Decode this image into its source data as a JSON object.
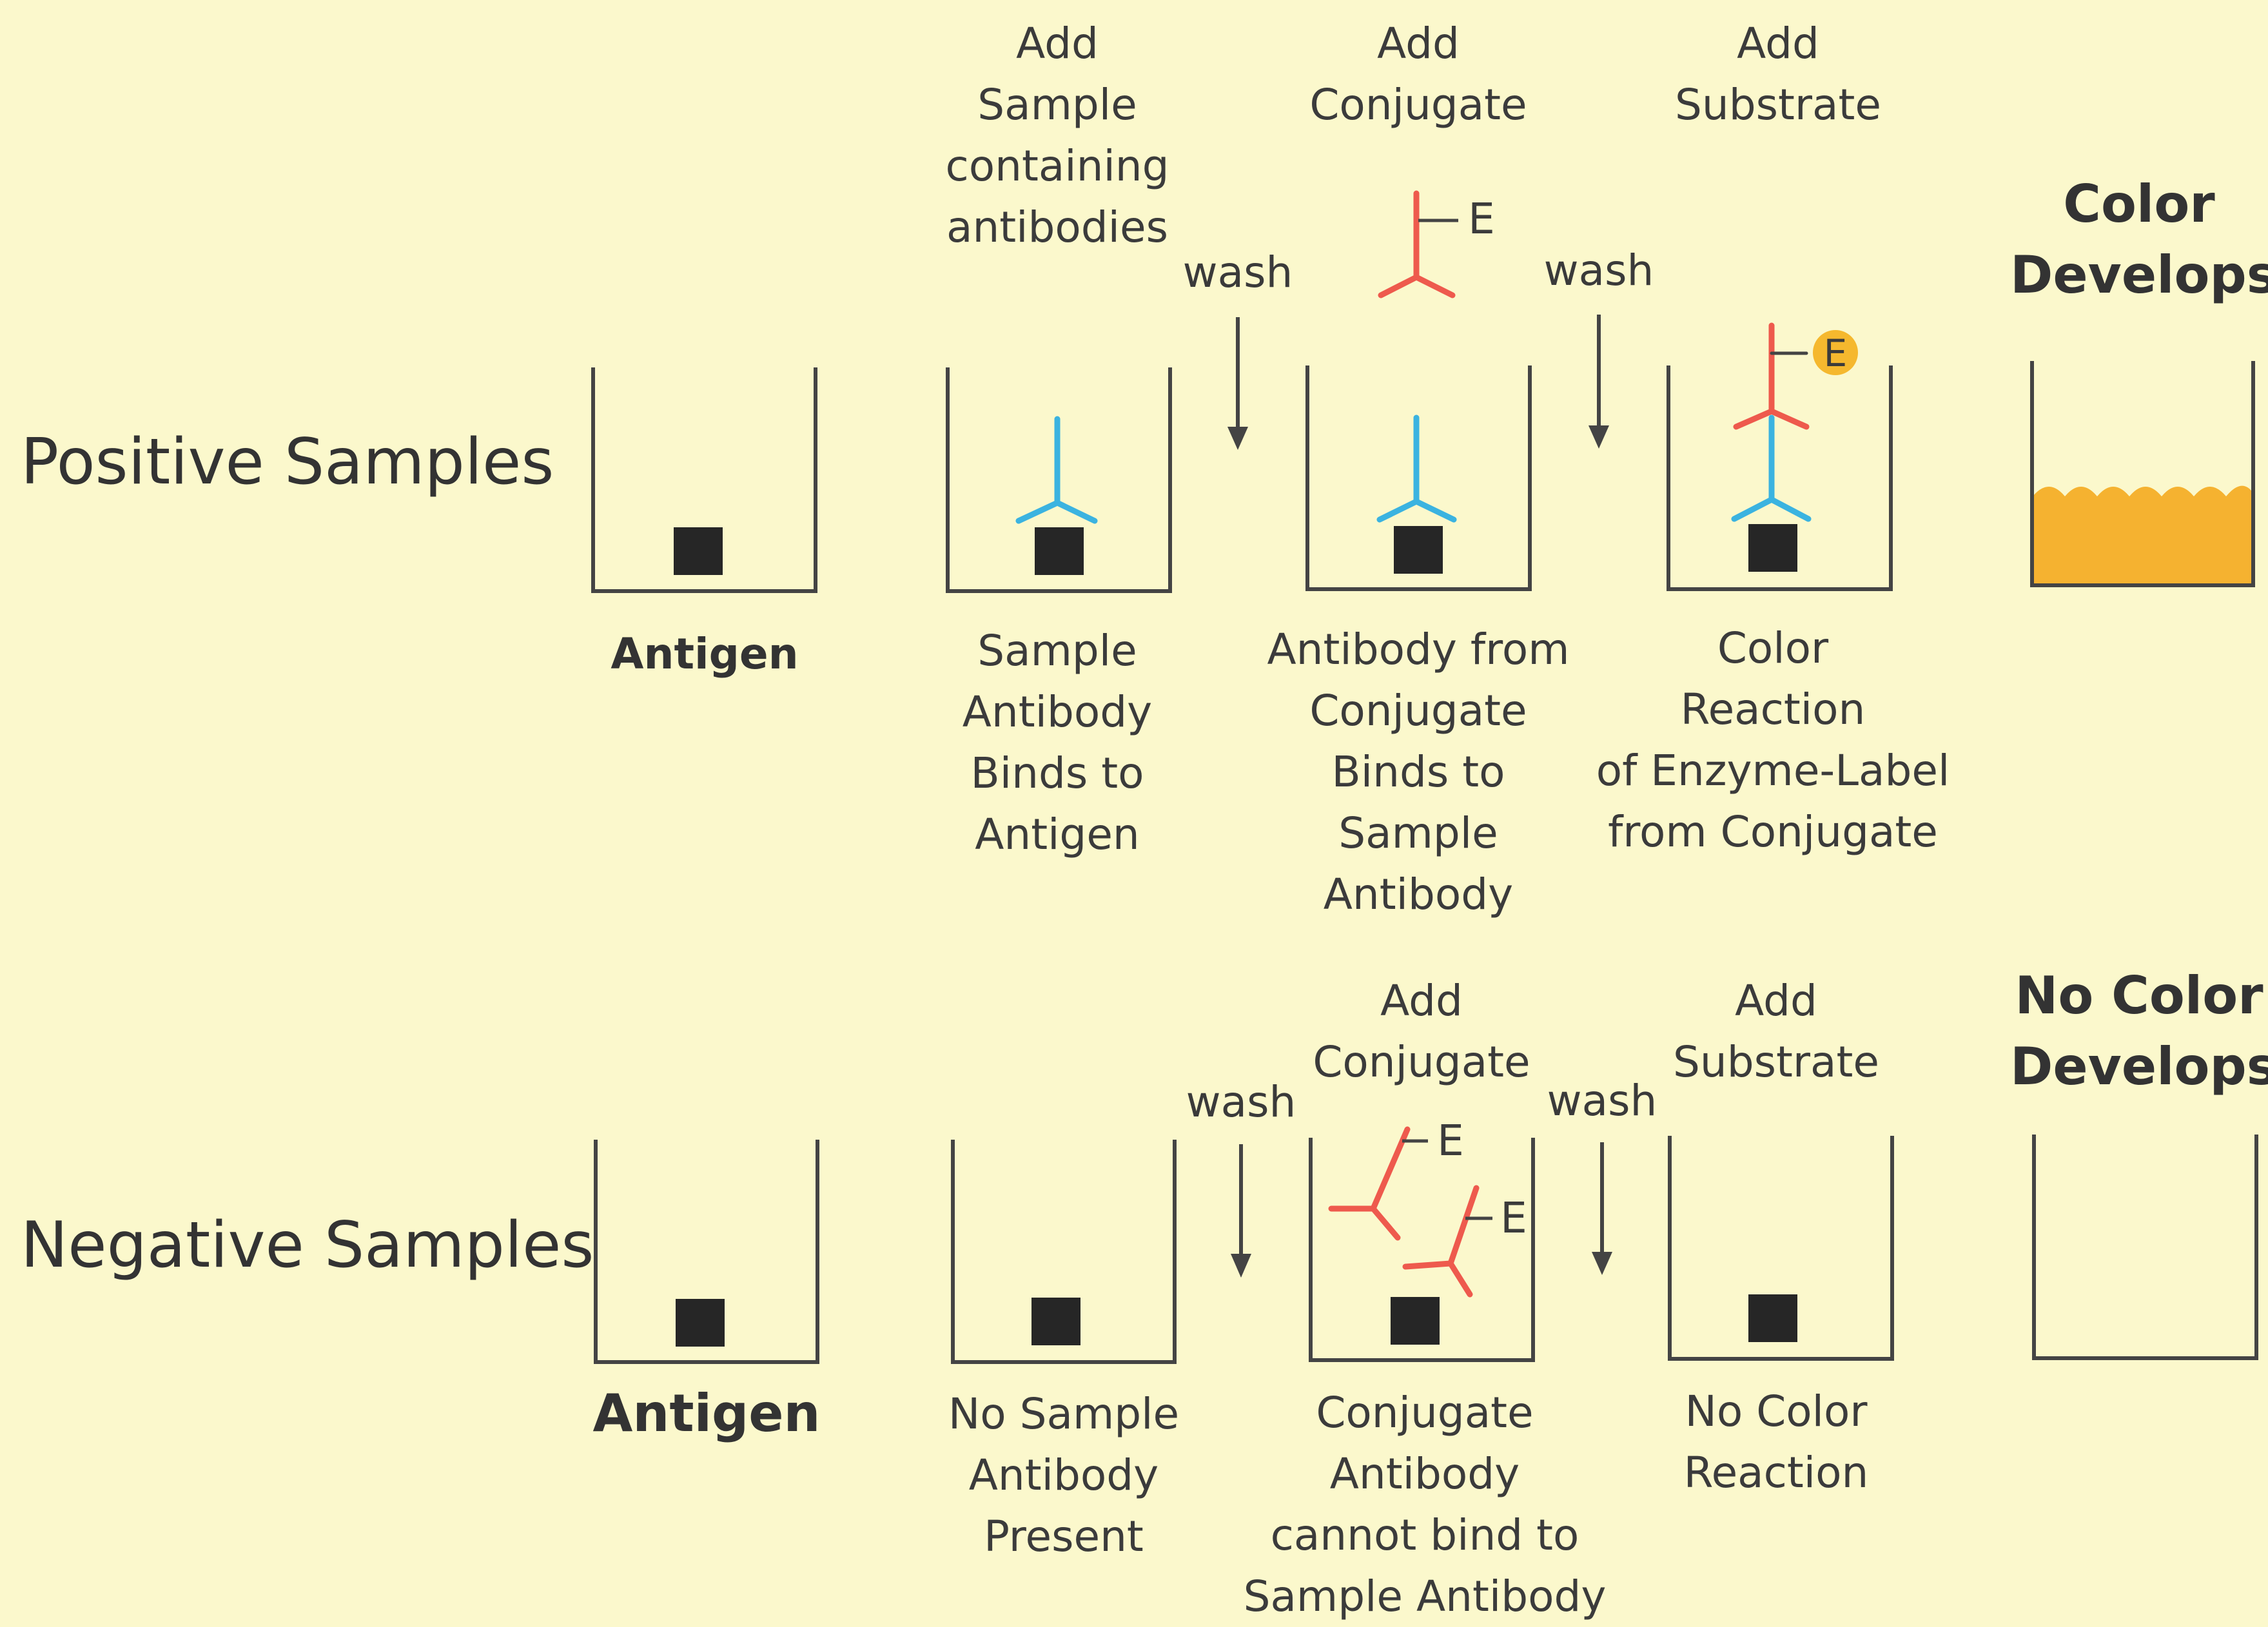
{
  "colors": {
    "background": "#fbf8cc",
    "well_outline": "#444444",
    "antigen": "#262626",
    "sample_antibody": "#3bb3e0",
    "conjugate_antibody": "#ee5a4d",
    "enzyme_circle": "#f5b82e",
    "color_liquid": "#f5b230"
  },
  "positive": {
    "row_title": "Positive Samples",
    "top_labels": {
      "add_sample": "Add\nSample\ncontaining\nantibodies",
      "add_conjugate": "Add\nConjugate",
      "add_substrate": "Add\nSubstrate"
    },
    "wash1": "wash",
    "wash2": "wash",
    "enzyme_tag_free": "E",
    "enzyme_tag_bound": "E",
    "result": "Color\nDevelops",
    "bottom_labels": {
      "antigen": "Antigen",
      "well2": "Sample\nAntibody\nBinds to\nAntigen",
      "well3": "Antibody from\nConjugate\nBinds to\nSample\nAntibody",
      "well4": "Color\nReaction\nof Enzyme-Label\nfrom Conjugate"
    }
  },
  "negative": {
    "row_title": "Negative Samples",
    "top_labels": {
      "add_conjugate": "Add\nConjugate",
      "add_substrate": "Add\nSubstrate"
    },
    "wash1": "wash",
    "wash2": "wash",
    "enzyme_tag_1": "E",
    "enzyme_tag_2": "E",
    "result": "No Color\nDevelops",
    "bottom_labels": {
      "antigen": "Antigen",
      "well2": "No Sample\nAntibody\nPresent",
      "well3": "Conjugate\nAntibody\ncannot bind to\nSample Antibody",
      "well4": "No Color\nReaction"
    }
  }
}
